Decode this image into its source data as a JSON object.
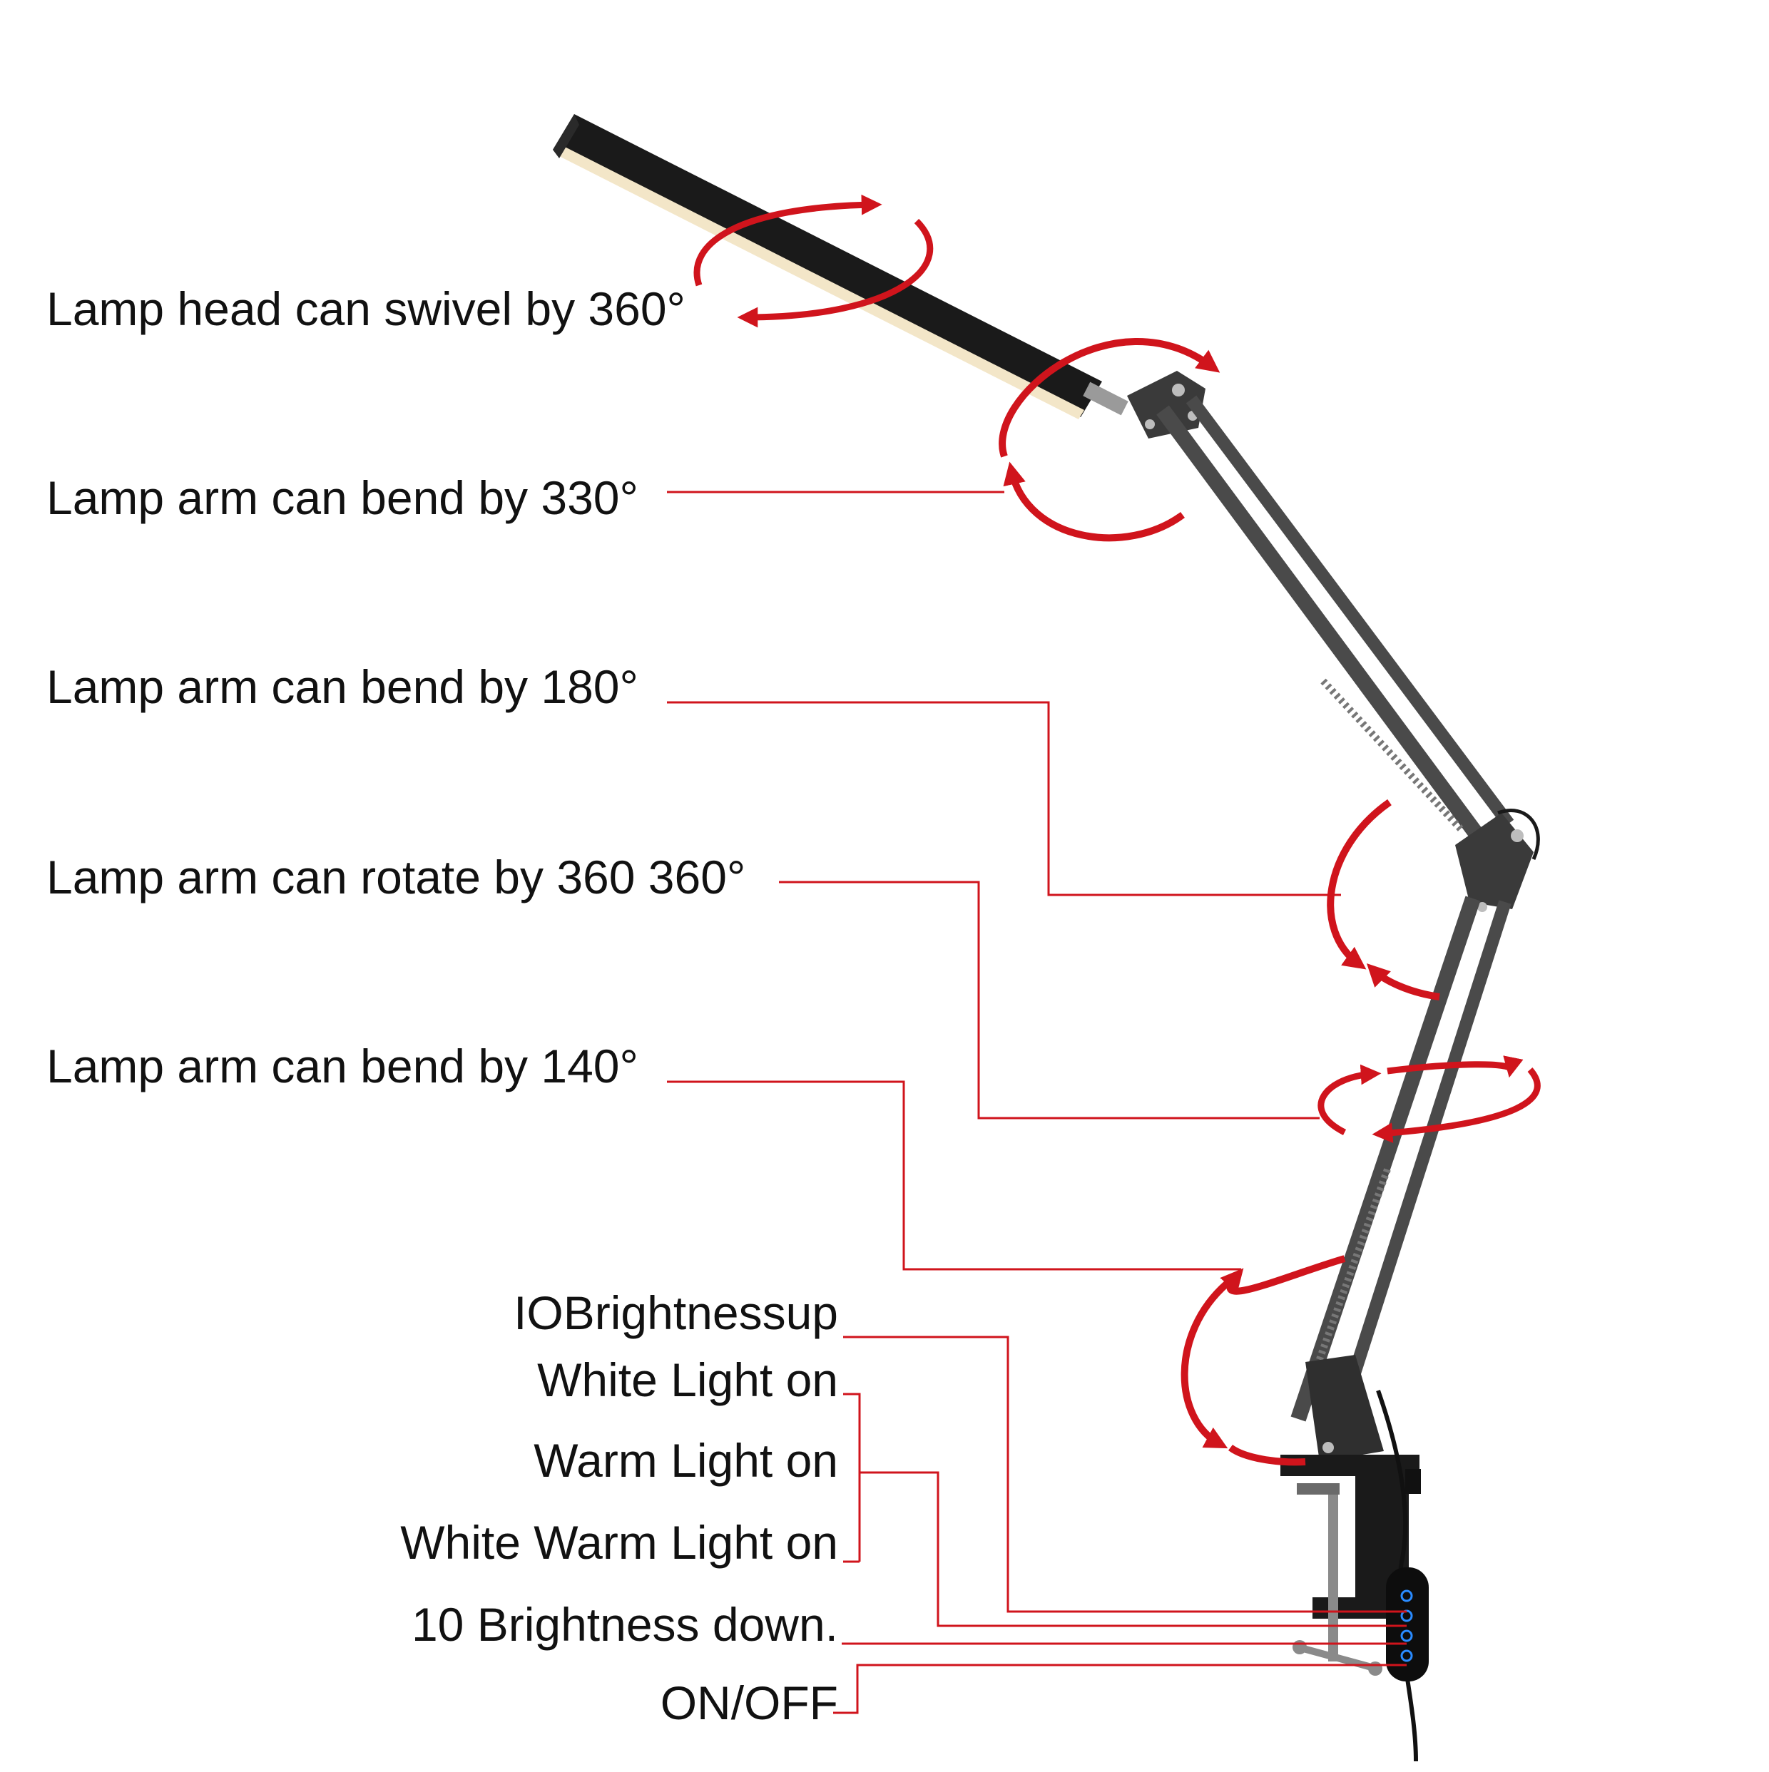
{
  "labels": {
    "head_swivel": "Lamp head can swivel by 360°",
    "arm_bend_330": "Lamp arm can bend by 330°",
    "arm_bend_180": "Lamp arm can bend by 180°",
    "arm_rotate_360": "Lamp arm can rotate by 360 360°",
    "arm_bend_140": "Lamp arm can bend by  140°"
  },
  "controls": {
    "brightness_up": "IOBrightnessup",
    "white_light": "White Light on",
    "warm_light": "Warm Light on",
    "white_warm_light": "White Warm Light on",
    "brightness_down": "10 Brightness down.",
    "on_off": "ON/OFF"
  },
  "colors": {
    "callout_red": "#d0141c",
    "lamp_black": "#1a1a1a",
    "arm_grey": "#4a4a4a",
    "light_glow": "#f3e6c8",
    "button_blue": "#2a8bff"
  }
}
